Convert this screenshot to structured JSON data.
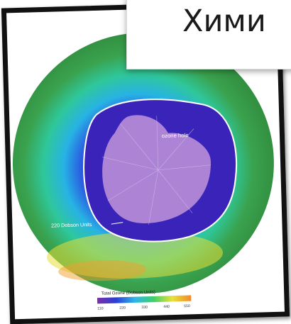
{
  "slide": {
    "title": "Хими"
  },
  "map": {
    "labels": {
      "ozone_hole": "ozone hole",
      "contour": "220 Dobson Units"
    },
    "legend": {
      "title": "Total Ozone (Dobson Units)",
      "ticks": [
        "110",
        "220",
        "330",
        "440",
        "550"
      ],
      "colors": [
        "#7d2fa8",
        "#2c3fd6",
        "#2fb6e8",
        "#3fd06a",
        "#e8e23a",
        "#f08a2a"
      ]
    }
  }
}
